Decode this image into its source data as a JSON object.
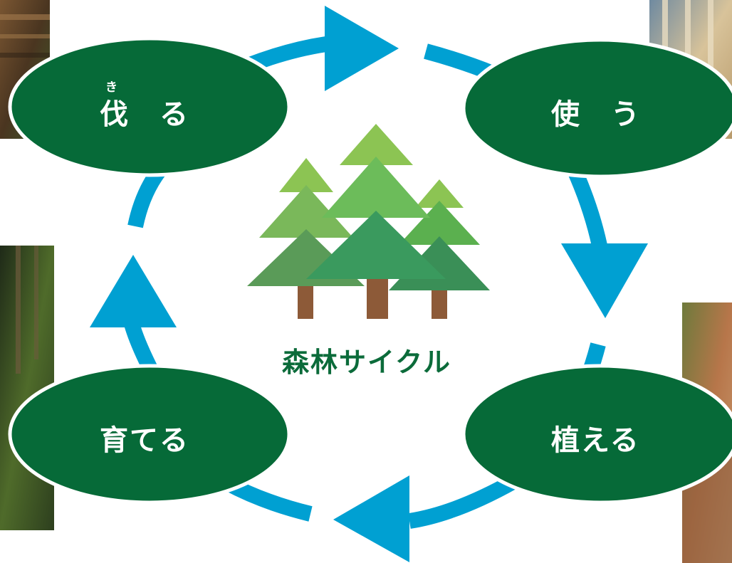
{
  "diagram": {
    "center_title": "森林サイクル",
    "nodes": {
      "cut": {
        "label": "伐　る",
        "ruby": "き"
      },
      "use": {
        "label": "使　う"
      },
      "plant": {
        "label": "植える"
      },
      "grow": {
        "label": "育てる"
      }
    },
    "colors": {
      "node_fill": "#066a38",
      "node_border": "#ffffff",
      "arrow": "#00a0d2",
      "title_text": "#0b6b3a",
      "tree_light": "#8cc453",
      "tree_mid": "#5bb04f",
      "tree_dark": "#3a8f57",
      "trunk": "#8d5a38"
    },
    "photos": [
      {
        "name": "harvested-logs-photo",
        "palette": [
          "#7a5632",
          "#4a3520",
          "#9b7448",
          "#3e5a2a"
        ]
      },
      {
        "name": "timber-frame-building-photo",
        "palette": [
          "#b89a6b",
          "#d8c39a",
          "#6f8aa0",
          "#e8dcc0"
        ]
      },
      {
        "name": "forest-worker-photo",
        "palette": [
          "#2d3f1e",
          "#4f6b2a",
          "#1f2a18",
          "#6c5a3c"
        ]
      },
      {
        "name": "seedling-planting-photo",
        "palette": [
          "#b7764a",
          "#8a5a3a",
          "#6e7a3c",
          "#c99a70"
        ]
      }
    ]
  }
}
